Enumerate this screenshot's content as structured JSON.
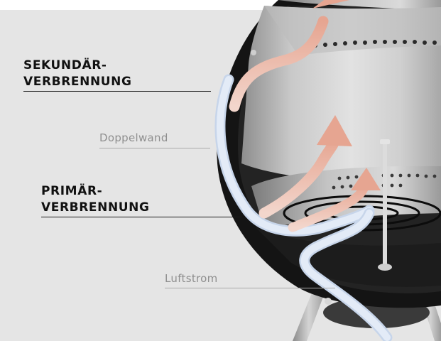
{
  "labels": {
    "secondary_line1": "SEKUNDÄR-",
    "secondary_line2": "VERBRENNUNG",
    "primary_line1": "PRIMÄR-",
    "primary_line2": "VERBRENNUNG",
    "double_wall": "Doppelwand",
    "airflow": "Luftstrom"
  },
  "colors": {
    "background_panel": "#e5e5e5",
    "bold_text": "#111111",
    "light_text": "#8f8f8f",
    "hot_air_arrow": "#e9b3a2",
    "cool_air_stream": "#d8e3f2",
    "grill_shell": "#141414",
    "steel_insert": "#b9b9b9"
  },
  "icons": {
    "illustration": "grill-cross-section-illustration",
    "hot_air_arrows": "hot-air-arrow",
    "air_streams": "cool-air-stream"
  }
}
